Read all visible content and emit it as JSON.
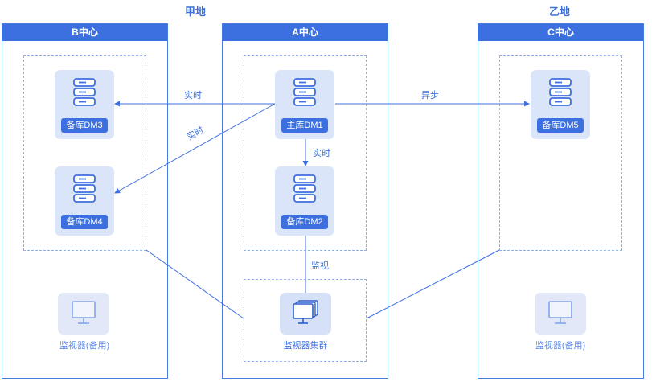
{
  "regions": {
    "jia": "甲地",
    "yi": "乙地"
  },
  "centers": {
    "b": {
      "title": "B中心",
      "monitor_caption": "监视器(备用)"
    },
    "a": {
      "title": "A中心",
      "monitor_caption": "监视器集群"
    },
    "c": {
      "title": "C中心",
      "monitor_caption": "监视器(备用)"
    }
  },
  "nodes": {
    "dm1": "主库DM1",
    "dm2": "备库DM2",
    "dm3": "备库DM3",
    "dm4": "备库DM4",
    "dm5": "备库DM5"
  },
  "edges": {
    "dm1_to_dm3": "实时",
    "dm1_to_dm4": "实时",
    "dm1_to_dm2": "实时",
    "dm1_to_dm5": "异步",
    "monitor_link": "监视"
  },
  "icons": {
    "database": "database-icon",
    "monitor": "monitor-icon",
    "monitor_cluster": "monitor-cluster-icon"
  },
  "colors": {
    "primary": "#3c6fe0",
    "node_bg": "#dbe5fa",
    "dashed": "#8fb0ee"
  }
}
